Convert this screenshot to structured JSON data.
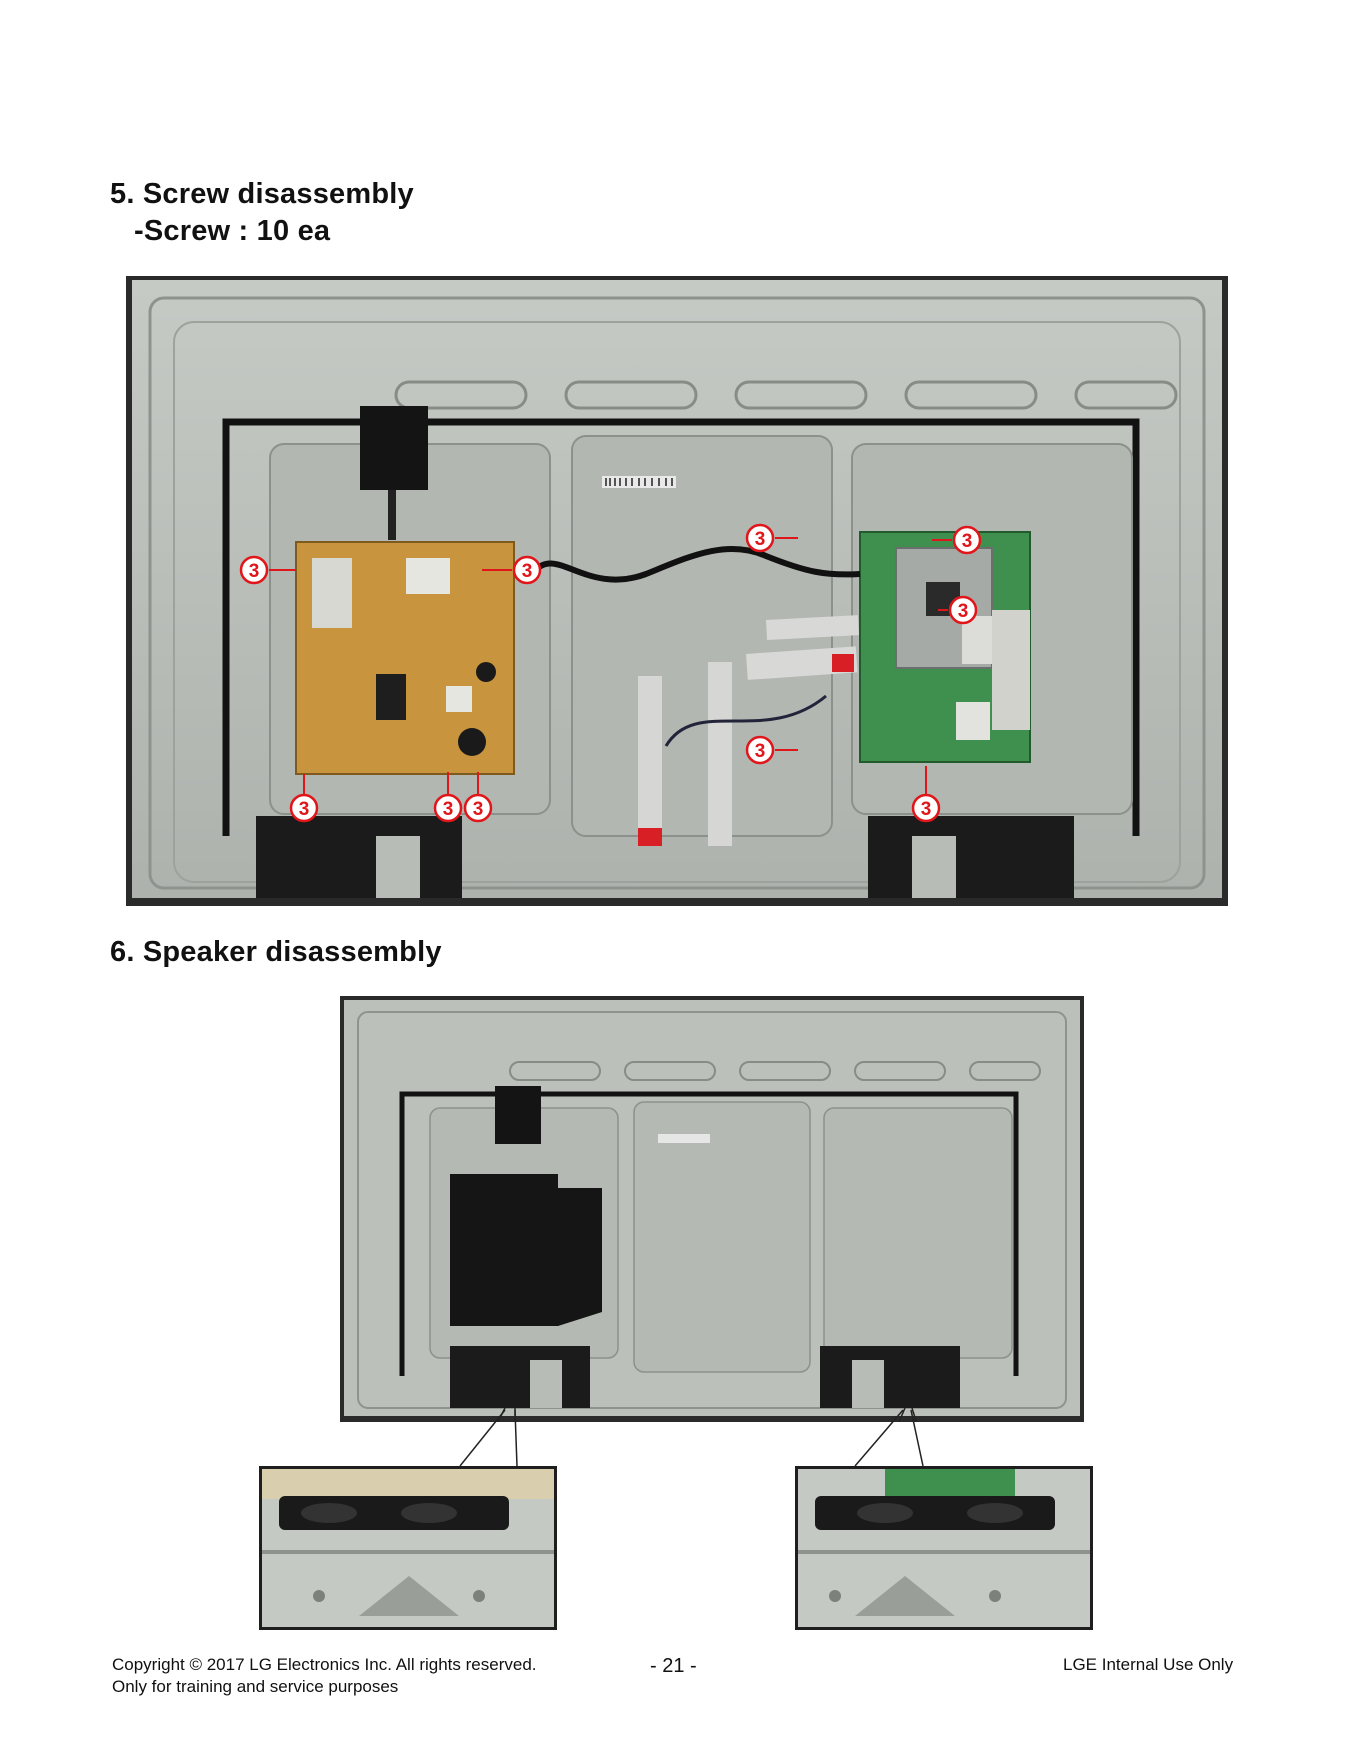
{
  "section5": {
    "title": "5. Screw  disassembly",
    "subtitle": "-Screw : 10 ea",
    "figure": {
      "callout_label": "3",
      "callout_count": 10,
      "colors": {
        "callout": "#e0161b",
        "chassis": "#b9bdb8",
        "board_psu": "#c8943d",
        "board_main": "#3f8f4e"
      }
    }
  },
  "section6": {
    "title": "6. Speaker disassembly"
  },
  "footer": {
    "copyright": "Copyright © 2017 LG Electronics Inc. All rights reserved.",
    "purpose": "Only for training and service purposes",
    "page_number": "- 21 -",
    "internal": "LGE Internal Use Only"
  }
}
